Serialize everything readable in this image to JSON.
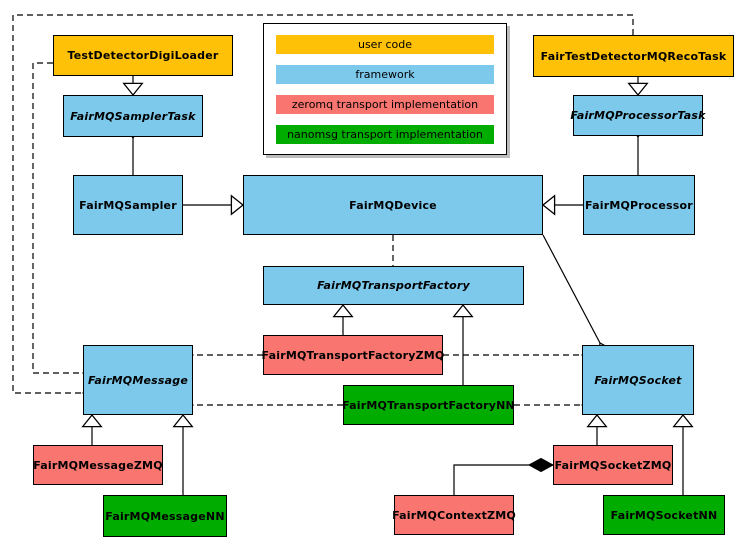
{
  "diagram_type": "uml-class-diagram",
  "colors": {
    "user_code": "#FFC107",
    "framework": "#7DC9EC",
    "zeromq": "#F87570",
    "nanomsg": "#00AC00",
    "line": "#000000",
    "background": "#FFFFFF"
  },
  "legend": {
    "items": [
      {
        "label": "user code",
        "color": "#FFC107"
      },
      {
        "label": "framework",
        "color": "#7DC9EC"
      },
      {
        "label": "zeromq transport implementation",
        "color": "#F87570"
      },
      {
        "label": "nanomsg transport implementation",
        "color": "#00AC00"
      }
    ]
  },
  "nodes": {
    "digiloader": {
      "label": "TestDetectorDigiLoader",
      "category": "user code",
      "abstract": false
    },
    "recotask": {
      "label": "FairTestDetectorMQRecoTask",
      "category": "user code",
      "abstract": false
    },
    "samplertask": {
      "label": "FairMQSamplerTask",
      "category": "framework",
      "abstract": true
    },
    "processortask": {
      "label": "FairMQProcessorTask",
      "category": "framework",
      "abstract": true
    },
    "sampler": {
      "label": "FairMQSampler",
      "category": "framework",
      "abstract": false
    },
    "device": {
      "label": "FairMQDevice",
      "category": "framework",
      "abstract": false
    },
    "processor": {
      "label": "FairMQProcessor",
      "category": "framework",
      "abstract": false
    },
    "factory": {
      "label": "FairMQTransportFactory",
      "category": "framework",
      "abstract": true
    },
    "factoryzmq": {
      "label": "FairMQTransportFactoryZMQ",
      "category": "zeromq transport implementation",
      "abstract": false
    },
    "factorynn": {
      "label": "FairMQTransportFactoryNN",
      "category": "nanomsg transport implementation",
      "abstract": false
    },
    "message": {
      "label": "FairMQMessage",
      "category": "framework",
      "abstract": true
    },
    "socket": {
      "label": "FairMQSocket",
      "category": "framework",
      "abstract": true
    },
    "messagezmq": {
      "label": "FairMQMessageZMQ",
      "category": "zeromq transport implementation",
      "abstract": false
    },
    "messagenn": {
      "label": "FairMQMessageNN",
      "category": "nanomsg transport implementation",
      "abstract": false
    },
    "socketzmq": {
      "label": "FairMQSocketZMQ",
      "category": "zeromq transport implementation",
      "abstract": false
    },
    "contextzmq": {
      "label": "FairMQContextZMQ",
      "category": "zeromq transport implementation",
      "abstract": false
    },
    "socketnn": {
      "label": "FairMQSocketNN",
      "category": "nanomsg transport implementation",
      "abstract": false
    }
  },
  "edges": [
    {
      "from": "TestDetectorDigiLoader",
      "to": "FairMQSamplerTask",
      "type": "inheritance"
    },
    {
      "from": "FairTestDetectorMQRecoTask",
      "to": "FairMQProcessorTask",
      "type": "inheritance"
    },
    {
      "from": "FairMQSampler",
      "to": "FairMQDevice",
      "type": "inheritance"
    },
    {
      "from": "FairMQProcessor",
      "to": "FairMQDevice",
      "type": "inheritance"
    },
    {
      "from": "FairMQTransportFactoryZMQ",
      "to": "FairMQTransportFactory",
      "type": "inheritance"
    },
    {
      "from": "FairMQTransportFactoryNN",
      "to": "FairMQTransportFactory",
      "type": "inheritance"
    },
    {
      "from": "FairMQMessageZMQ",
      "to": "FairMQMessage",
      "type": "inheritance"
    },
    {
      "from": "FairMQMessageNN",
      "to": "FairMQMessage",
      "type": "inheritance"
    },
    {
      "from": "FairMQSocketZMQ",
      "to": "FairMQSocket",
      "type": "inheritance"
    },
    {
      "from": "FairMQSocketNN",
      "to": "FairMQSocket",
      "type": "inheritance"
    },
    {
      "from": "FairMQSampler",
      "to": "FairMQSamplerTask",
      "type": "association"
    },
    {
      "from": "FairMQProcessor",
      "to": "FairMQProcessorTask",
      "type": "association"
    },
    {
      "from": "FairMQDevice",
      "to": "FairMQSocket",
      "type": "association"
    },
    {
      "from": "FairMQDevice",
      "to": "FairMQTransportFactory",
      "type": "dependency"
    },
    {
      "from": "FairTestDetectorMQRecoTask",
      "to": "FairMQMessage",
      "type": "dependency"
    },
    {
      "from": "TestDetectorDigiLoader",
      "to": "FairMQMessage",
      "type": "dependency"
    },
    {
      "from": "FairMQTransportFactoryZMQ",
      "to": "FairMQMessage",
      "type": "dependency"
    },
    {
      "from": "FairMQTransportFactoryZMQ",
      "to": "FairMQSocket",
      "type": "dependency"
    },
    {
      "from": "FairMQTransportFactoryNN",
      "to": "FairMQMessage",
      "type": "dependency"
    },
    {
      "from": "FairMQTransportFactoryNN",
      "to": "FairMQSocket",
      "type": "dependency"
    },
    {
      "from": "FairMQContextZMQ",
      "to": "FairMQSocketZMQ",
      "type": "composition"
    }
  ]
}
